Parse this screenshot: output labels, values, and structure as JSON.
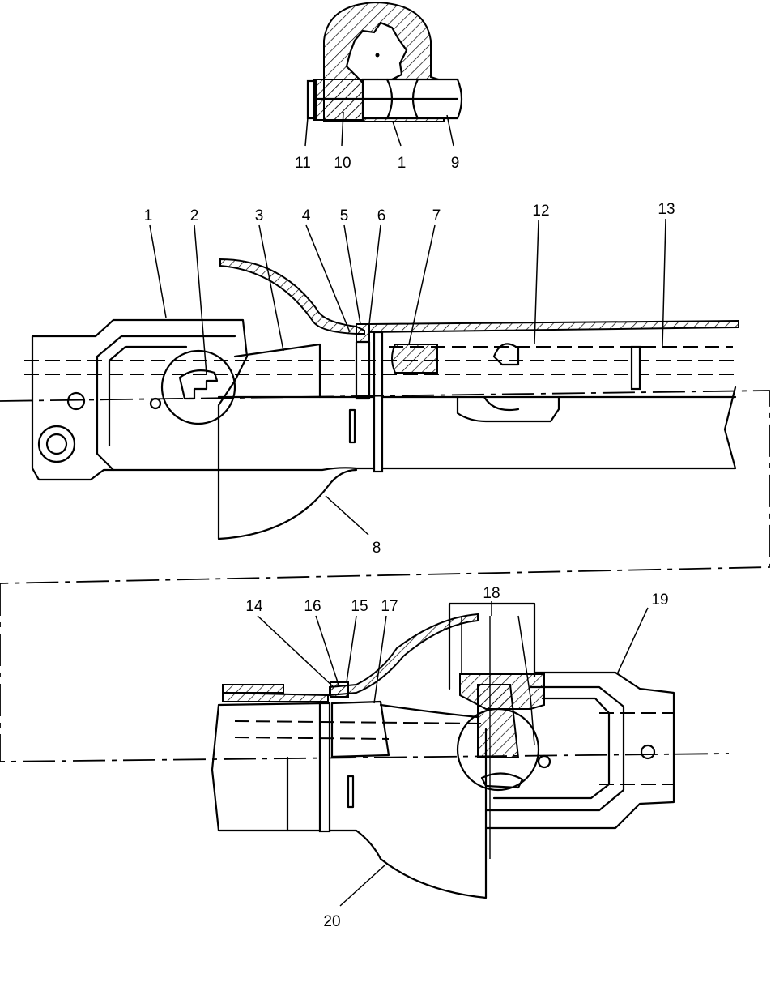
{
  "diagram": {
    "callouts": [
      {
        "id": "c-11-top",
        "label": "11"
      },
      {
        "id": "c-10-top",
        "label": "10"
      },
      {
        "id": "c-1-top",
        "label": "1"
      },
      {
        "id": "c-9-top",
        "label": "9"
      },
      {
        "id": "c-1",
        "label": "1"
      },
      {
        "id": "c-2",
        "label": "2"
      },
      {
        "id": "c-3",
        "label": "3"
      },
      {
        "id": "c-4",
        "label": "4"
      },
      {
        "id": "c-5",
        "label": "5"
      },
      {
        "id": "c-6",
        "label": "6"
      },
      {
        "id": "c-7",
        "label": "7"
      },
      {
        "id": "c-12",
        "label": "12"
      },
      {
        "id": "c-13",
        "label": "13"
      },
      {
        "id": "c-8",
        "label": "8"
      },
      {
        "id": "c-14",
        "label": "14"
      },
      {
        "id": "c-16",
        "label": "16"
      },
      {
        "id": "c-15",
        "label": "15"
      },
      {
        "id": "c-17",
        "label": "17"
      },
      {
        "id": "c-18",
        "label": "18"
      },
      {
        "id": "c-19",
        "label": "19"
      },
      {
        "id": "c-20",
        "label": "20"
      }
    ]
  }
}
